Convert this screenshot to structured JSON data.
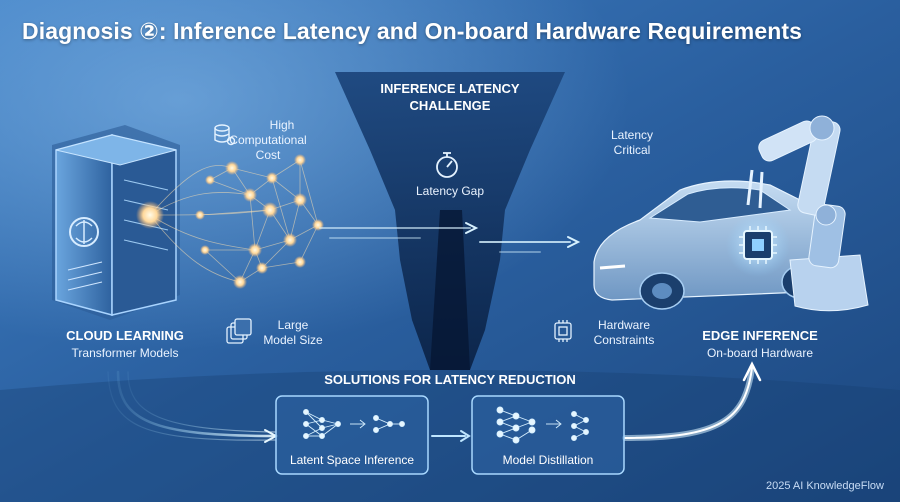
{
  "title": "Diagnosis ②: Inference Latency and On-board Hardware Requirements",
  "challenge": {
    "line1": "INFERENCE LATENCY",
    "line2": "CHALLENGE"
  },
  "latency_gap": "Latency Gap",
  "high_cost": {
    "line1": "High",
    "line2": "Computational",
    "line3": "Cost"
  },
  "latency_critical": {
    "line1": "Latency",
    "line2": "Critical"
  },
  "large_model": {
    "line1": "Large",
    "line2": "Model Size"
  },
  "hardware_constraints": {
    "line1": "Hardware",
    "line2": "Constraints"
  },
  "cloud": {
    "title": "CLOUD LEARNING",
    "subtitle": "Transformer Models"
  },
  "edge": {
    "title": "EDGE INFERENCE",
    "subtitle": "On-board Hardware"
  },
  "solutions": {
    "heading": "SOLUTIONS FOR LATENCY REDUCTION",
    "items": [
      "Latent Space Inference",
      "Model Distillation"
    ]
  },
  "credit": "2025 AI KnowledgeFlow",
  "colors": {
    "accent": "#8fd0ff",
    "glow": "#ffe6a8",
    "background": "#1f4f8c"
  },
  "icons": [
    "server-icon",
    "neural-network-icon",
    "database-gear-icon",
    "stopwatch-icon",
    "layers-icon",
    "chip-icon",
    "car-icon",
    "robot-arm-icon"
  ]
}
